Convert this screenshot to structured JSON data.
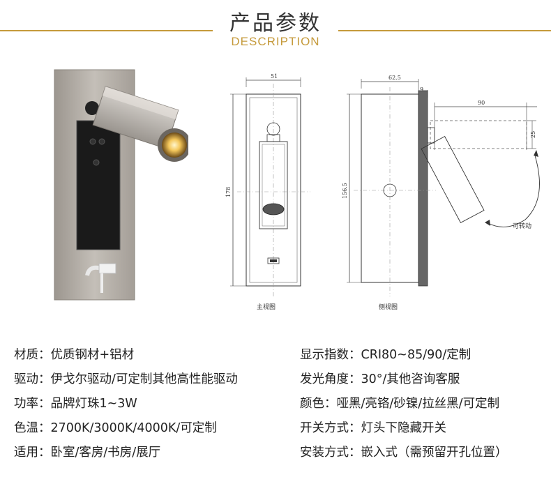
{
  "header": {
    "title_cn": "产品参数",
    "title_en": "DESCRIPTION"
  },
  "colors": {
    "accent": "#c59a3b",
    "line": "#c59a3b"
  },
  "front_view": {
    "caption": "主视图",
    "width_dim": "51",
    "height_dim": "178"
  },
  "side_view": {
    "caption": "侧视图",
    "depth_dim": "62.5",
    "plate_dim": "9",
    "arm_length_dim": "90",
    "head_dim": "25",
    "height_dim": "156.5",
    "rotate_label": "可转动"
  },
  "specs": {
    "left": [
      {
        "key": "材质",
        "value": "优质钢材+铝材"
      },
      {
        "key": "驱动",
        "value": "伊戈尔驱动/可定制其他高性能驱动"
      },
      {
        "key": "功率",
        "value": "品牌灯珠1~3W"
      },
      {
        "key": "色温",
        "value": "2700K/3000K/4000K/可定制"
      },
      {
        "key": "适用",
        "value": "卧室/客房/书房/展厅"
      }
    ],
    "right": [
      {
        "key": "显示指数",
        "value": "CRI80~85/90/定制"
      },
      {
        "key": "发光角度",
        "value": "30°/其他咨询客服"
      },
      {
        "key": "颜色",
        "value": "哑黑/亮铬/砂镍/拉丝黑/可定制"
      },
      {
        "key": "开关方式",
        "value": "灯头下隐藏开关"
      },
      {
        "key": "安装方式",
        "value": "嵌入式（需预留开孔位置）"
      }
    ]
  }
}
